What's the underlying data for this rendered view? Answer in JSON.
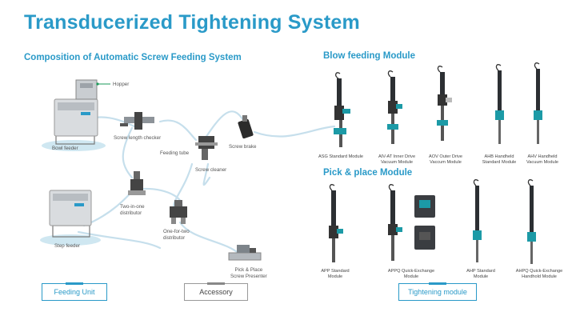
{
  "title": "Transducerized Tightening System",
  "section_left": "Composition of Automatic Screw Feeding System",
  "section_blow": "Blow feeding Module",
  "section_pick": "Pick & place Module",
  "labels": {
    "hopper": "Hopper",
    "bowl_feeder": "Bowl feeder",
    "screw_length_checker": "Screw length checker",
    "feeding_tube": "Feeding tube",
    "screw_brake": "Screw brake",
    "screw_cleaner": "Screw cleaner",
    "two_in_one_line1": "Two-in-one",
    "two_in_one_line2": "distributor",
    "one_for_two_line1": "One-for-two",
    "one_for_two_line2": "distributor",
    "step_feeder": "Step feeder",
    "presenter_line1": "Pick & Place",
    "presenter_line2": "Screw Presenter"
  },
  "blow_modules": [
    {
      "line1": "ASG Standard Module",
      "line2": ""
    },
    {
      "line1": "AIV-AT Inner Drive",
      "line2": "Vacuum Module"
    },
    {
      "line1": "AOV Outer Drive",
      "line2": "Vaccum Module"
    },
    {
      "line1": "AHB Handheld",
      "line2": "Standard Module"
    },
    {
      "line1": "AHV Handheld",
      "line2": "Vacuum Module"
    }
  ],
  "pick_modules": [
    {
      "line1": "APP Standard",
      "line2": "Module"
    },
    {
      "line1": "APPQ Quick-Exchange",
      "line2": "Module"
    },
    {
      "line1": "AHP Standard",
      "line2": "Module"
    },
    {
      "line1": "AHPQ Quick-Exchange",
      "line2": "Handhold Module"
    }
  ],
  "buttons": {
    "feeding_unit": "Feeding Unit",
    "accessory": "Accessory",
    "tightening_module": "Tightening module"
  },
  "colors": {
    "accent": "#2a9ac8",
    "tube": "#c6dfec",
    "tool_dark": "#2c2f33",
    "tool_teal": "#1c9aa6"
  }
}
